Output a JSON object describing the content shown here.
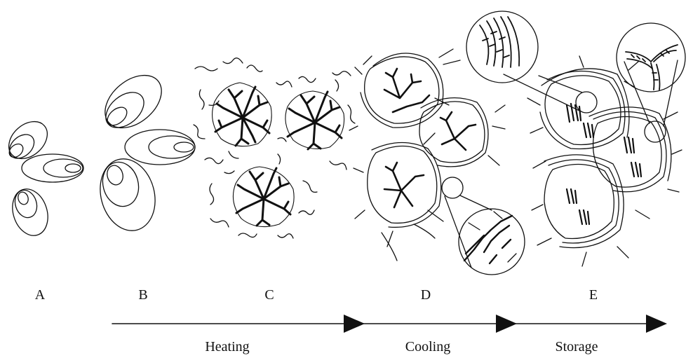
{
  "stages": [
    {
      "id": "a",
      "label": "A"
    },
    {
      "id": "b",
      "label": "B"
    },
    {
      "id": "c",
      "label": "C"
    },
    {
      "id": "d",
      "label": "D"
    },
    {
      "id": "e",
      "label": "E"
    }
  ],
  "phases": [
    {
      "id": "heating",
      "label": "Heating"
    },
    {
      "id": "cooling",
      "label": "Cooling"
    },
    {
      "id": "storage",
      "label": "Storage"
    }
  ],
  "colors": {
    "line": "#111111",
    "background": "#ffffff"
  }
}
